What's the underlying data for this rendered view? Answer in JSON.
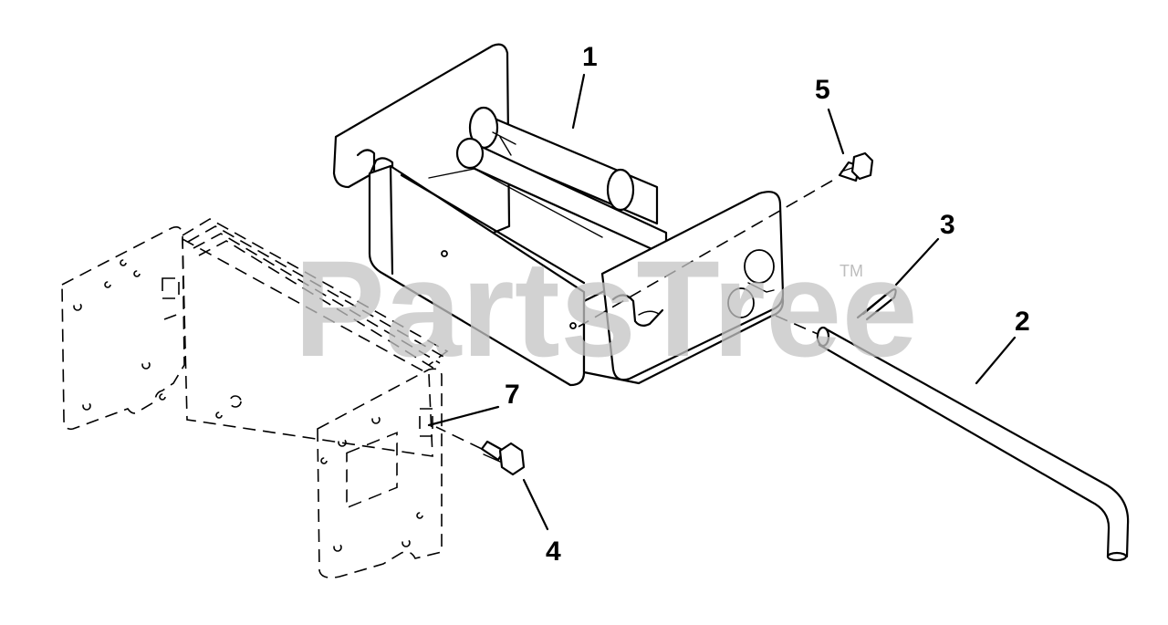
{
  "watermark": {
    "text": "PartsTree",
    "trademark": "TM"
  },
  "callouts": {
    "part_1": "1",
    "part_2": "2",
    "part_3": "3",
    "part_4": "4",
    "part_5": "5",
    "part_7": "7"
  }
}
